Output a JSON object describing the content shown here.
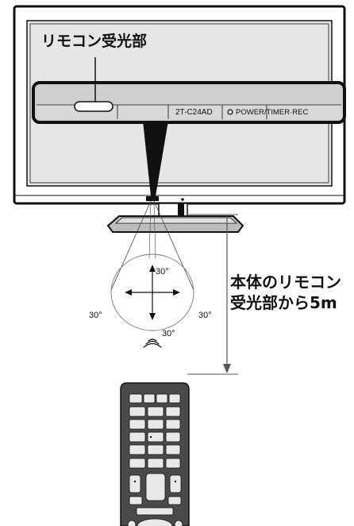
{
  "labels": {
    "sensor_callout": "リモコン受光部",
    "model_number": "2T-C24AD",
    "indicator": "POWER/TIMER·REC",
    "angle_top": "30°",
    "angle_left": "30°",
    "angle_right": "30°",
    "angle_bottom": "30°",
    "distance_line1": "本体のリモコン",
    "distance_line2": "受光部から5m"
  },
  "colors": {
    "outline": "#111111",
    "panel_gray": "#cfcfcf",
    "screen_gray": "#e6e6e6",
    "arrow": "#555555"
  }
}
